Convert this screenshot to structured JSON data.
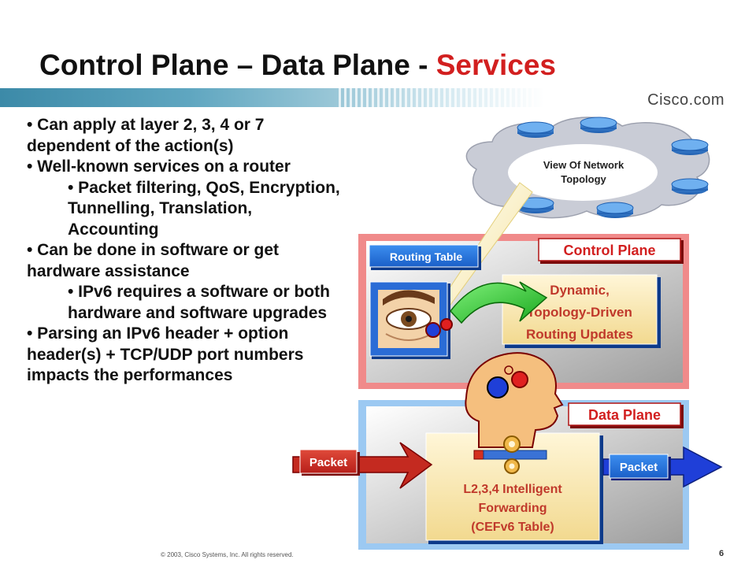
{
  "slide": {
    "title_main": "Control Plane – Data Plane - ",
    "title_accent": "Services",
    "brand": "Cisco.com",
    "footer": "© 2003, Cisco Systems, Inc. All rights reserved.",
    "page_number": "6"
  },
  "bullets": [
    {
      "level": 1,
      "text": "• Can apply at layer 2, 3, 4 or 7 dependent of the action(s)"
    },
    {
      "level": 1,
      "text": "• Well-known services on a router"
    },
    {
      "level": 2,
      "text": "• Packet filtering, QoS, Encryption, Tunnelling, Translation, Accounting"
    },
    {
      "level": 1,
      "text": "• Can be done in software or get hardware assistance"
    },
    {
      "level": 2,
      "text": "• IPv6 requires a software or both hardware and software upgrades"
    },
    {
      "level": 1,
      "text": "• Parsing an IPv6 header + option header(s) + TCP/UDP port numbers impacts the performances"
    }
  ],
  "diagram": {
    "cloud_line1": "View Of Network",
    "cloud_line2": "Topology",
    "control_plane": "Control Plane",
    "routing_table": "Routing Table",
    "dynamic_line1": "Dynamic,",
    "dynamic_line2": "Topology-Driven",
    "dynamic_line3": "Routing Updates",
    "data_plane": "Data Plane",
    "packet_in": "Packet",
    "packet_out": "Packet",
    "fwd_line1": "L2,3,4 Intelligent",
    "fwd_line2": "Forwarding",
    "fwd_line3": "(CEFv6 Table)"
  }
}
